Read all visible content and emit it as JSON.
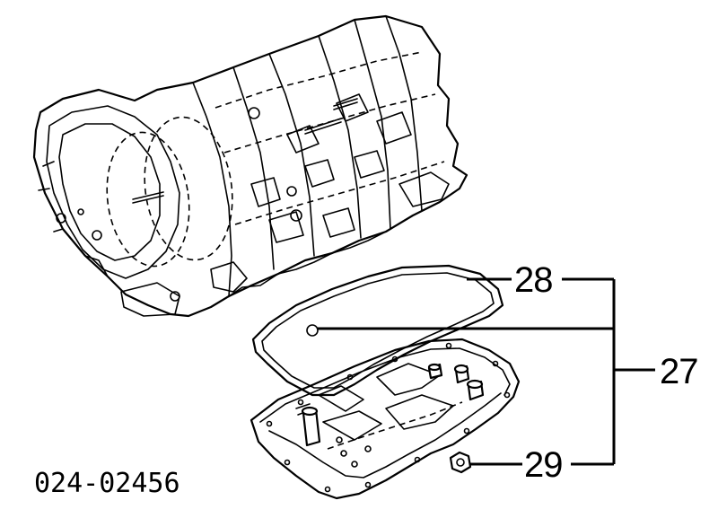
{
  "diagram": {
    "callouts": {
      "gasket": "28",
      "pan_assembly": "27",
      "drain_plug": "29"
    },
    "part_code": "024-02456",
    "colors": {
      "ink": "#000000",
      "background": "#ffffff"
    }
  }
}
